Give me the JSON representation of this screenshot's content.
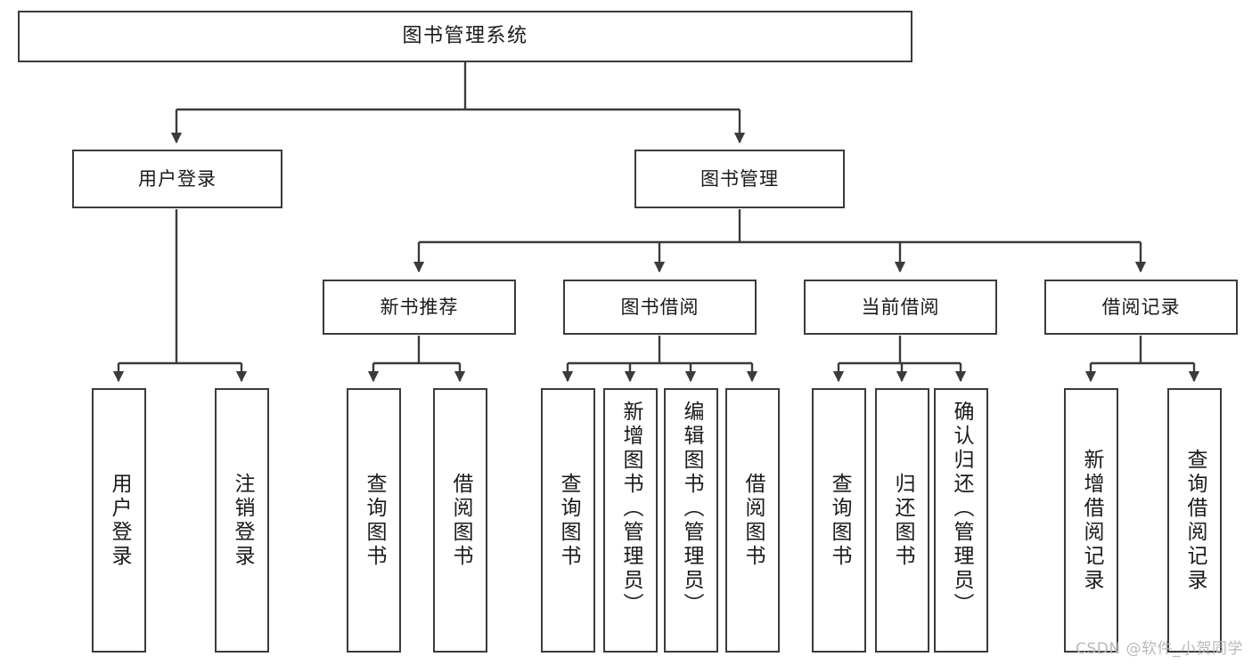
{
  "diagram": {
    "title": "图书管理系统",
    "type": "hierarchy-tree",
    "stroke_color": "#3b3b3b",
    "fill_color": "#ffffff",
    "text_color": "#1a1a1a"
  },
  "nodes": {
    "root": {
      "label": "图书管理系统"
    },
    "level2": [
      {
        "id": "user-login",
        "label": "用户登录"
      },
      {
        "id": "book-manage",
        "label": "图书管理"
      }
    ],
    "level3": [
      {
        "id": "new-book-recommend",
        "label": "新书推荐"
      },
      {
        "id": "book-borrow",
        "label": "图书借阅"
      },
      {
        "id": "current-borrow",
        "label": "当前借阅"
      },
      {
        "id": "borrow-record",
        "label": "借阅记录"
      }
    ],
    "leaves": [
      {
        "id": "leaf-user-login",
        "label": "用户登录",
        "parent": "user-login"
      },
      {
        "id": "leaf-user-logout",
        "label": "注销登录",
        "parent": "user-login"
      },
      {
        "id": "leaf-query-book-1",
        "label": "查询图书",
        "parent": "new-book-recommend"
      },
      {
        "id": "leaf-borrow-book-1",
        "label": "借阅图书",
        "parent": "new-book-recommend"
      },
      {
        "id": "leaf-query-book-2",
        "label": "查询图书",
        "parent": "book-borrow"
      },
      {
        "id": "leaf-add-book",
        "label": "新增图书（管理员）",
        "parent": "book-borrow"
      },
      {
        "id": "leaf-edit-book",
        "label": "编辑图书（管理员）",
        "parent": "book-borrow"
      },
      {
        "id": "leaf-borrow-book-2",
        "label": "借阅图书",
        "parent": "book-borrow"
      },
      {
        "id": "leaf-query-book-3",
        "label": "查询图书",
        "parent": "current-borrow"
      },
      {
        "id": "leaf-return-book",
        "label": "归还图书",
        "parent": "current-borrow"
      },
      {
        "id": "leaf-confirm-return",
        "label": "确认归还（管理员）",
        "parent": "current-borrow"
      },
      {
        "id": "leaf-add-record",
        "label": "新增借阅记录",
        "parent": "borrow-record"
      },
      {
        "id": "leaf-query-record",
        "label": "查询借阅记录",
        "parent": "borrow-record"
      }
    ]
  },
  "watermark": {
    "text": "CSDN @软件_小贺同学"
  }
}
